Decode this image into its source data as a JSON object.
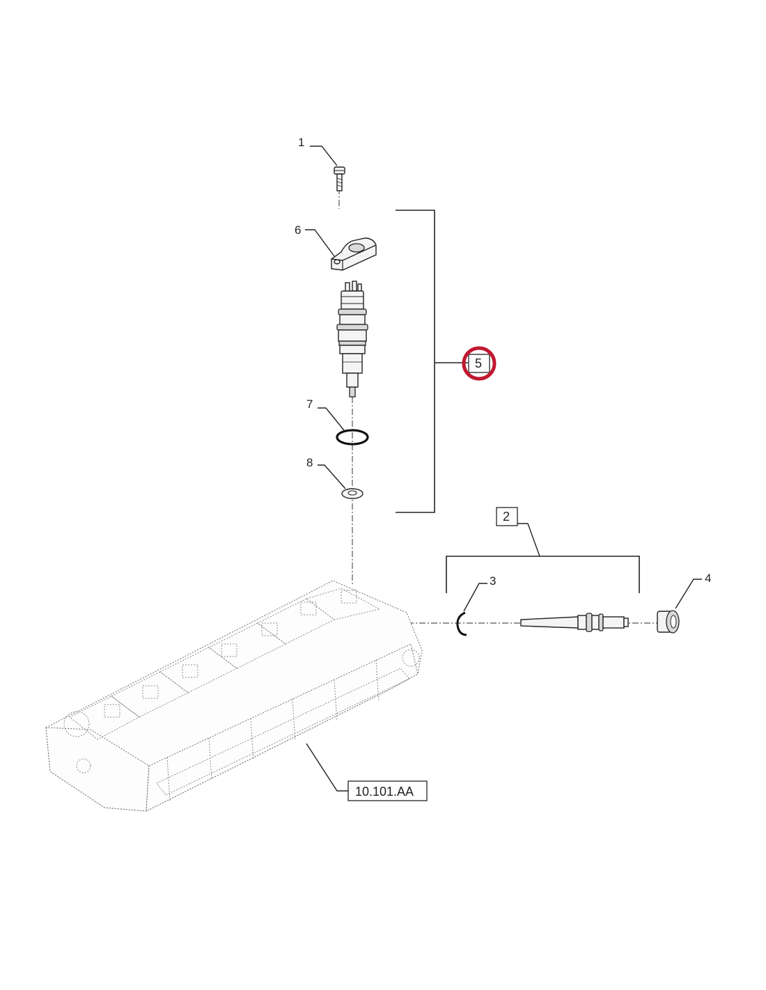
{
  "callouts": {
    "c1": "1",
    "c2": "2",
    "c3": "3",
    "c4": "4",
    "c5": "5",
    "c6": "6",
    "c7": "7",
    "c8": "8"
  },
  "reference": "10.101.AA",
  "highlight_color": "#c0182f"
}
